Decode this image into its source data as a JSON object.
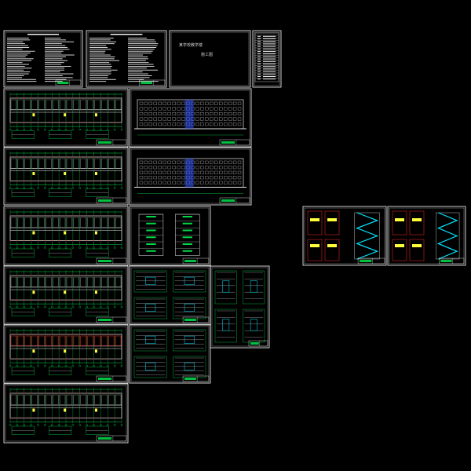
{
  "document": {
    "cover_title": "某学校教学楼",
    "cover_subtitle": "施工图"
  },
  "colors": {
    "background": "#000000",
    "frame": "#ffffff",
    "line_green": "#00d84a",
    "line_red": "#ff2a2a",
    "line_white": "#e6e6e6",
    "line_yellow": "#ffff3a",
    "line_cyan": "#00e5ff",
    "title_block_green": "#00c040"
  },
  "sheets": [
    {
      "type": "notes"
    },
    {
      "type": "notes"
    },
    {
      "type": "cover"
    },
    {
      "type": "index"
    },
    {
      "type": "plan"
    },
    {
      "type": "elevation"
    },
    {
      "type": "plan"
    },
    {
      "type": "elevation"
    },
    {
      "type": "plan"
    },
    {
      "type": "section"
    },
    {
      "type": "plan"
    },
    {
      "type": "detail"
    },
    {
      "type": "detail"
    },
    {
      "type": "plan"
    },
    {
      "type": "detail"
    },
    {
      "type": "plan"
    },
    {
      "type": "stair"
    },
    {
      "type": "stair"
    }
  ]
}
